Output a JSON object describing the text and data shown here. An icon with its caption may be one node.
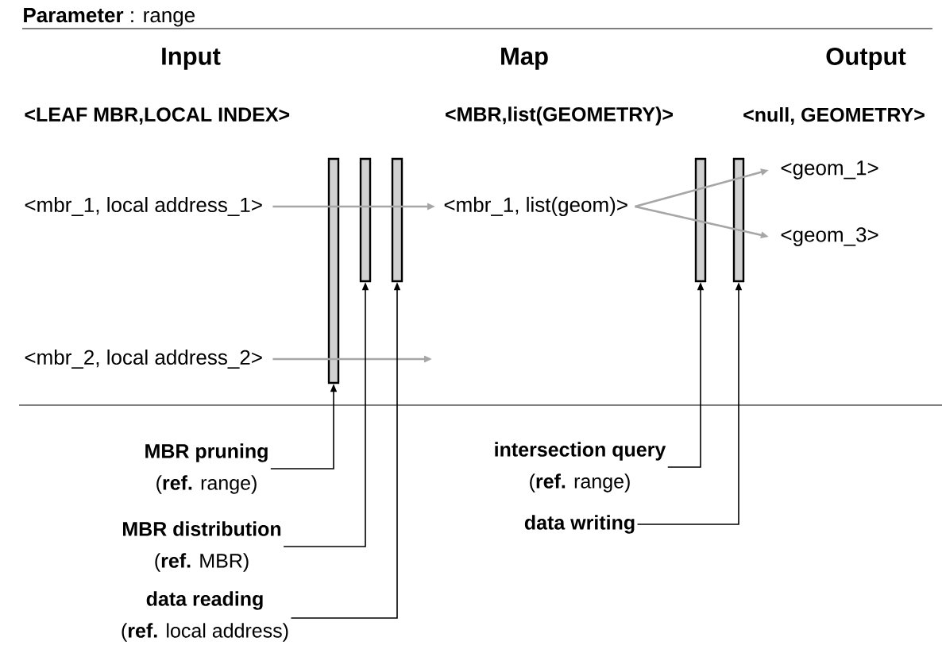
{
  "diagram": {
    "title": "**Parameter** : range",
    "nodes": [
      {
        "text": [
          "<mbr_1, local address_1>"
        ]
      },
      {
        "text": [
          "<mbr_2, local address_2>"
        ]
      },
      {
        "text": [],
        "shape": "bar"
      },
      {
        "text": [],
        "shape": "bar"
      },
      {
        "text": [],
        "shape": "bar"
      },
      {
        "text": [
          "<mbr_1, list(geom)>"
        ]
      },
      {
        "text": [],
        "shape": "bar"
      },
      {
        "text": [],
        "shape": "bar"
      },
      {
        "text": [
          "<geom_1>"
        ]
      },
      {
        "text": [
          "<geom_3>"
        ]
      },
      {
        "text": [
          "MBR pruning",
          "(**ref.** range)"
        ]
      },
      {
        "text": [
          "MBR distribution",
          "(**ref.** MBR)"
        ]
      },
      {
        "text": [
          "data reading",
          "(**ref.** local address)"
        ]
      },
      {
        "text": [
          "intersection query",
          "(**ref.** range)"
        ]
      },
      {
        "text": [
          "data writing"
        ]
      }
    ],
    "edges": [
      {
        "from": 0,
        "to": 5,
        "arrow": "to",
        "color": "#a6a6a6"
      },
      {
        "from": 1,
        "to": null,
        "arrow": "to",
        "color": "#a6a6a6"
      },
      {
        "from": 5,
        "to": 8,
        "arrow": "to",
        "color": "#a6a6a6"
      },
      {
        "from": 5,
        "to": 9,
        "arrow": "to",
        "color": "#a6a6a6"
      },
      {
        "from": 10,
        "to": 2,
        "arrow": "to"
      },
      {
        "from": 11,
        "to": 3,
        "arrow": "to"
      },
      {
        "from": 12,
        "to": 4,
        "arrow": "to"
      },
      {
        "from": 13,
        "to": 6,
        "arrow": "to"
      },
      {
        "from": 14,
        "to": 7,
        "arrow": "to"
      }
    ],
    "labels": [
      "Input",
      "Map",
      "Output",
      "<LEAF MBR,LOCAL INDEX>",
      "<MBR,list(GEOMETRY)>",
      "<null, GEOMETRY>"
    ]
  }
}
